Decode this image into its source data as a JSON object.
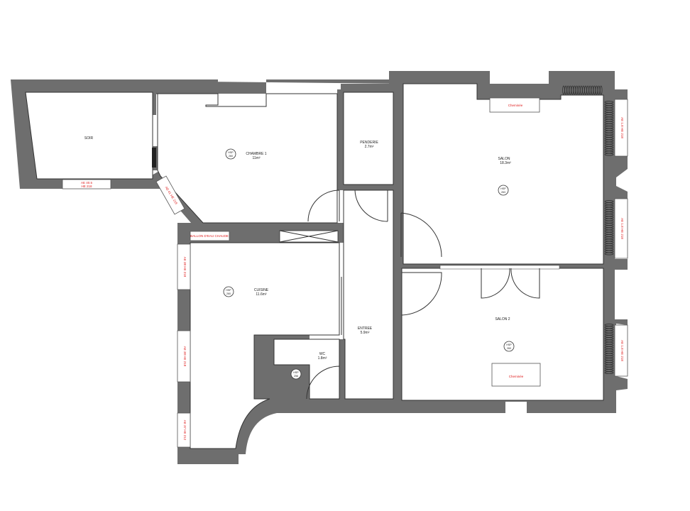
{
  "plan": {
    "rooms": {
      "soir": {
        "name": "SOIR"
      },
      "chambre1": {
        "name": "CHAMBRE 1",
        "area": "11m²"
      },
      "penderie": {
        "name": "PENDERIE",
        "area": "2.7m²"
      },
      "salon": {
        "name": "SALON",
        "area": "18.3m²"
      },
      "cuisine": {
        "name": "CUISINE",
        "area": "11.6m²"
      },
      "entree": {
        "name": "ENTREE",
        "area": "5.9m²"
      },
      "wc": {
        "name": "WC",
        "area": "1.8m²"
      },
      "salon2": {
        "name": "SALON 2"
      }
    },
    "hsp": [
      {
        "id": "chambre1",
        "label": "HSP",
        "value": "260"
      },
      {
        "id": "salon",
        "label": "HSP",
        "value": "263"
      },
      {
        "id": "cuisine",
        "label": "HSP",
        "value": "260"
      },
      {
        "id": "salon2",
        "label": "HSP",
        "value": "260"
      },
      {
        "id": "wc",
        "label": "HSP",
        "value": "256"
      }
    ],
    "annotations": {
      "soir_window_l1": "AE 40.5",
      "soir_window_l2": "HE 218",
      "ballon": "BALLON D'EAU CHAUDE",
      "cheminee_salon": "Cheminée",
      "cheminee_salon2": "Cheminée",
      "diag_window": "AE 41 HE 218",
      "cuisine_w1": "AE 38 HE 218",
      "cuisine_w2": "AE 38 HE 218",
      "cuisine_w3": "AE 37 HE 212",
      "salon_w1": "AE 1.8 HE 218",
      "salon_w2": "AE 1.8 HE 218",
      "salon2_w1": "AE 1.8 HE 218"
    },
    "colors": {
      "wall": "#6e6e6e",
      "annotation": "#e02020"
    }
  }
}
